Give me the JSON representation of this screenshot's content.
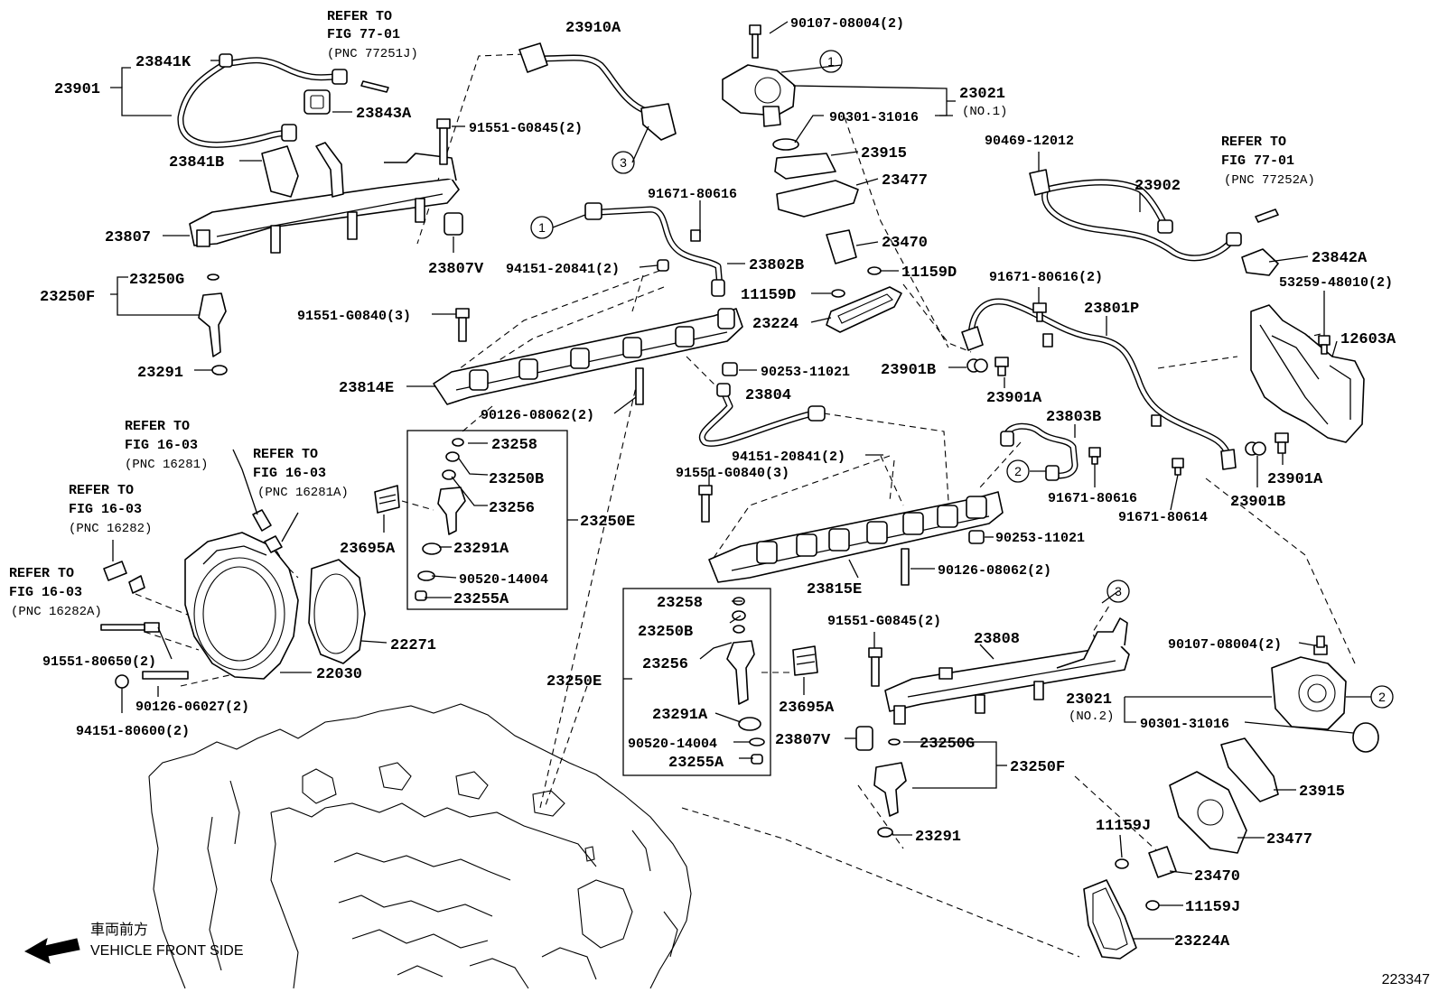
{
  "diagram_id": "223347",
  "footer": {
    "front_side_cn": "車両前方",
    "front_side_en": "VEHICLE FRONT SIDE"
  },
  "circles": {
    "c1": "1",
    "c2": "2",
    "c3": "3"
  },
  "refs": {
    "r77_01_a": {
      "l1": "REFER TO",
      "l2": "FIG 77-01",
      "l3": "(PNC 77251J)"
    },
    "r77_01_b": {
      "l1": "REFER TO",
      "l2": "FIG 77-01",
      "l3": "(PNC 77252A)"
    },
    "r16_03_a": {
      "l1": "REFER TO",
      "l2": "FIG 16-03",
      "l3": "(PNC 16281)"
    },
    "r16_03_b": {
      "l1": "REFER TO",
      "l2": "FIG 16-03",
      "l3": "(PNC 16281A)"
    },
    "r16_03_c": {
      "l1": "REFER TO",
      "l2": "FIG 16-03",
      "l3": "(PNC 16282)"
    },
    "r16_03_d": {
      "l1": "REFER TO",
      "l2": "FIG 16-03",
      "l3": "(PNC 16282A)"
    }
  },
  "labels": {
    "p23901": "23901",
    "p23841K": "23841K",
    "p23843A": "23843A",
    "p23841B": "23841B",
    "p23807": "23807",
    "p23807V_a": "23807V",
    "p23250G_a": "23250G",
    "p23250F_a": "23250F",
    "p23291_a": "23291",
    "p91551_G0845_a": "91551-G0845(2)",
    "p23910A": "23910A",
    "p91671_80616_a": "91671-80616",
    "p94151_20841_a": "94151-20841(2)",
    "p23802B": "23802B",
    "p91551_G0840_a": "91551-G0840(3)",
    "p23814E": "23814E",
    "p90253_11021_a": "90253-11021",
    "p23804": "23804",
    "p90126_08062_a": "90126-08062(2)",
    "p94151_20841_b": "94151-20841(2)",
    "p91551_G0840_b": "91551-G0840(3)",
    "p90107_08004_a": "90107-08004(2)",
    "p23021_a": "23021",
    "p23021_a_note": "(NO.1)",
    "p90301_31016_a": "90301-31016",
    "p23915_a": "23915",
    "p23477_a": "23477",
    "p23470_a": "23470",
    "p11159D_a": "11159D",
    "p11159D_b": "11159D",
    "p23224": "23224",
    "p90469_12012": "90469-12012",
    "p23902": "23902",
    "p23842A": "23842A",
    "p53259_48010": "53259-48010(2)",
    "p91671_80616_b": "91671-80616(2)",
    "p23801P": "23801P",
    "p12603A": "12603A",
    "p23901B_a": "23901B",
    "p23901A_a": "23901A",
    "p23803B": "23803B",
    "p91671_80616_c": "91671-80616",
    "p91671_80614": "91671-80614",
    "p23901A_b": "23901A",
    "p23901B_b": "23901B",
    "p23258_a": "23258",
    "p23250B_a": "23250B",
    "p23256_a": "23256",
    "p23250E_a": "23250E",
    "p23695A_a": "23695A",
    "p23291A_a": "23291A",
    "p90520_14004_a": "90520-14004",
    "p23255A_a": "23255A",
    "p90253_11021_b": "90253-11021",
    "p90126_08062_b": "90126-08062(2)",
    "p23815E": "23815E",
    "p22271": "22271",
    "p22030": "22030",
    "p91551_80650": "91551-80650(2)",
    "p90126_06027": "90126-06027(2)",
    "p94151_80600": "94151-80600(2)",
    "p23258_b": "23258",
    "p23250B_b": "23250B",
    "p23256_b": "23256",
    "p23250E_b": "23250E",
    "p23291A_b": "23291A",
    "p90520_14004_b": "90520-14004",
    "p23255A_b": "23255A",
    "p23695A_b": "23695A",
    "p23807V_b": "23807V",
    "p91551_G0845_b": "91551-G0845(2)",
    "p23808": "23808",
    "p23250G_b": "23250G",
    "p23250F_b": "23250F",
    "p23291_b": "23291",
    "p90107_08004_b": "90107-08004(2)",
    "p23021_b": "23021",
    "p23021_b_note": "(NO.2)",
    "p90301_31016_b": "90301-31016",
    "p23915_b": "23915",
    "p11159J_a": "11159J",
    "p23477_b": "23477",
    "p23470_b": "23470",
    "p11159J_b": "11159J",
    "p23224A": "23224A"
  }
}
